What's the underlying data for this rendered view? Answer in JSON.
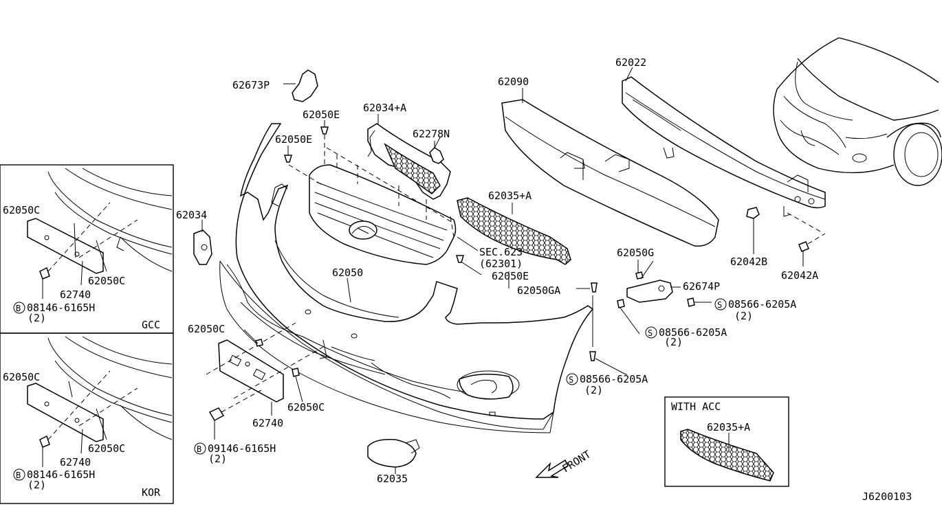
{
  "labels": {
    "p62673p": "62673P",
    "p62050e_top": "62050E",
    "p62050e_mid": "62050E",
    "p62034a": "62034+A",
    "p62278n": "62278N",
    "p62090": "62090",
    "p62022": "62022",
    "p62034": "62034",
    "p62035a": "62035+A",
    "sec623": "SEC.623",
    "sec623_ref": "(62301)",
    "p62050e_low": "62050E",
    "p62050": "62050",
    "p62050g": "62050G",
    "p62674p": "62674P",
    "p62050ga": "62050GA",
    "p62042b": "62042B",
    "p62042a": "62042A",
    "s08566_1": "08566-6205A",
    "s08566_1_qty": "(2)",
    "s08566_2": "08566-6205A",
    "s08566_2_qty": "(2)",
    "s08566_3": "08566-6205A",
    "s08566_3_qty": "(2)",
    "p62050c_main": "62050C",
    "p62050c_main2": "62050C",
    "p62740_main": "62740",
    "b08146_main": "09146-6165H",
    "b08146_main_qty": "(2)",
    "p62035": "62035",
    "front": "FRONT",
    "drawing_no": "J6200103"
  },
  "inset_gcc": {
    "p62050c_a": "62050C",
    "p62050c_b": "62050C",
    "p62740": "62740",
    "bolt": "08146-6165H",
    "bolt_qty": "(2)",
    "region": "GCC"
  },
  "inset_kor": {
    "p62050c_a": "62050C",
    "p62050c_b": "62050C",
    "p62740": "62740",
    "bolt": "08146-6165H",
    "bolt_qty": "(2)",
    "region": "KOR"
  },
  "inset_acc": {
    "title": "WITH ACC",
    "part": "62035+A"
  },
  "symbols": {
    "s": "S",
    "b": "B"
  }
}
